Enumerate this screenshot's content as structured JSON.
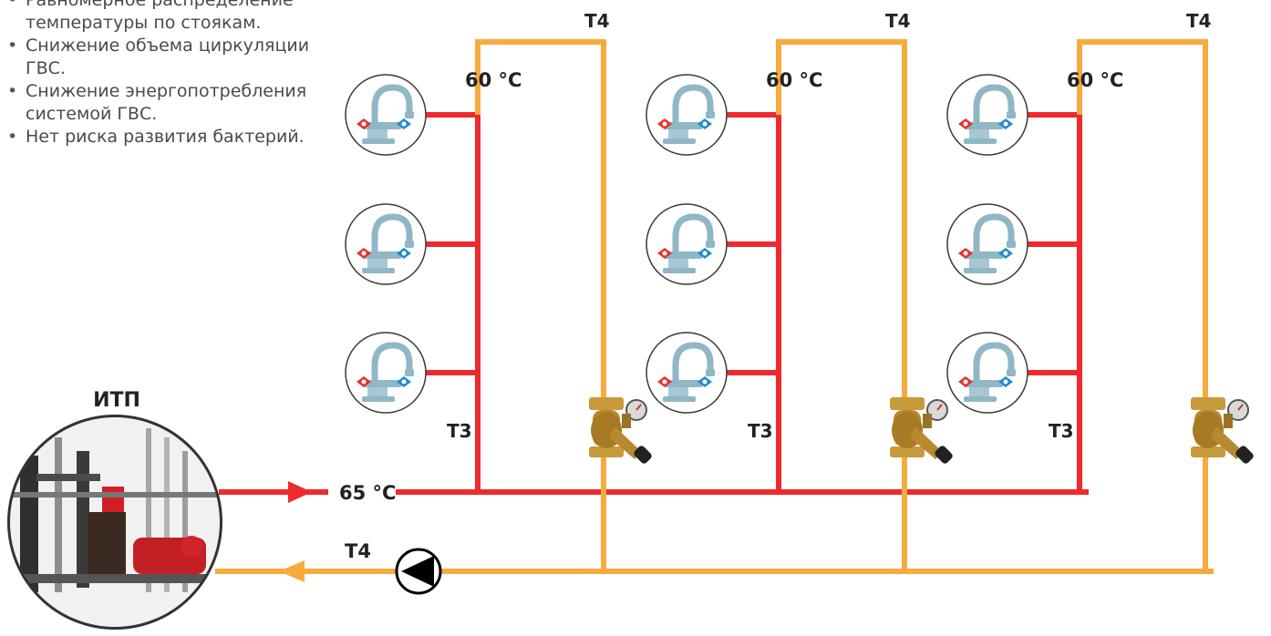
{
  "bullets": [
    "Равномерное распределение температуры по стоякам.",
    "Снижение объема циркуляции ГВС.",
    "Снижение энергопотребления системой ГВС.",
    "Нет риска развития бактерий."
  ],
  "labels": {
    "itp": "ИТП",
    "supply_temp": "65 °C",
    "return_pipe": "T4",
    "riser_return": "T4",
    "riser_supply": "T3",
    "riser_temp": "60 °C"
  },
  "risers_count": 3,
  "faucets_per_riser": 3,
  "colors": {
    "supply_pipe": "#ee2a2e",
    "return_pipe": "#f7ab3f",
    "faucet_body": "#8fb7c6",
    "hot_handle": "#e8332b",
    "cold_handle": "#1e8ccf",
    "valve_body": "#b8892f",
    "pump": "#000000"
  },
  "icons": [
    "faucet-icon",
    "balancing-valve-icon",
    "pump-icon",
    "arrow-right-icon",
    "arrow-left-icon",
    "substation-photo"
  ]
}
